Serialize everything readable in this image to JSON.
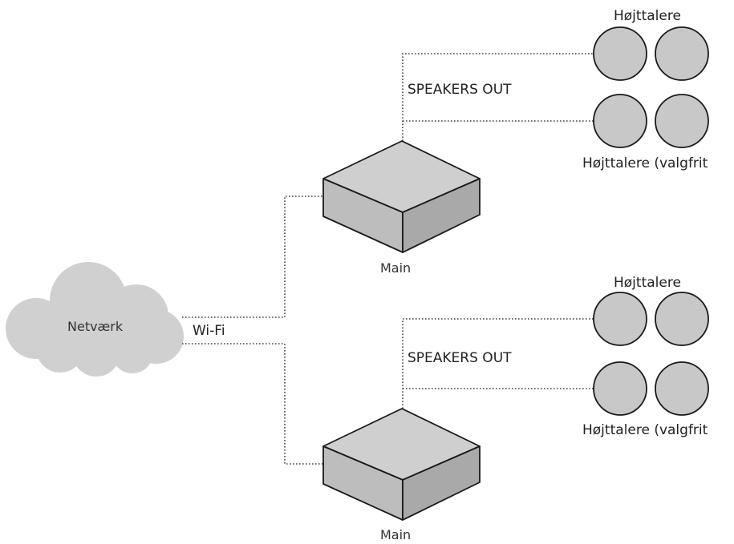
{
  "network": {
    "label": "Netværk"
  },
  "connection": {
    "label": "Wi-Fi"
  },
  "units": [
    {
      "name": "Main",
      "output_label": "SPEAKERS OUT",
      "speakers_label": "Højttalere",
      "optional_speakers_label": "Højttalere (valgfrit"
    },
    {
      "name": "Main",
      "output_label": "SPEAKERS OUT",
      "speakers_label": "Højttalere",
      "optional_speakers_label": "Højttalere (valgfrit"
    }
  ]
}
